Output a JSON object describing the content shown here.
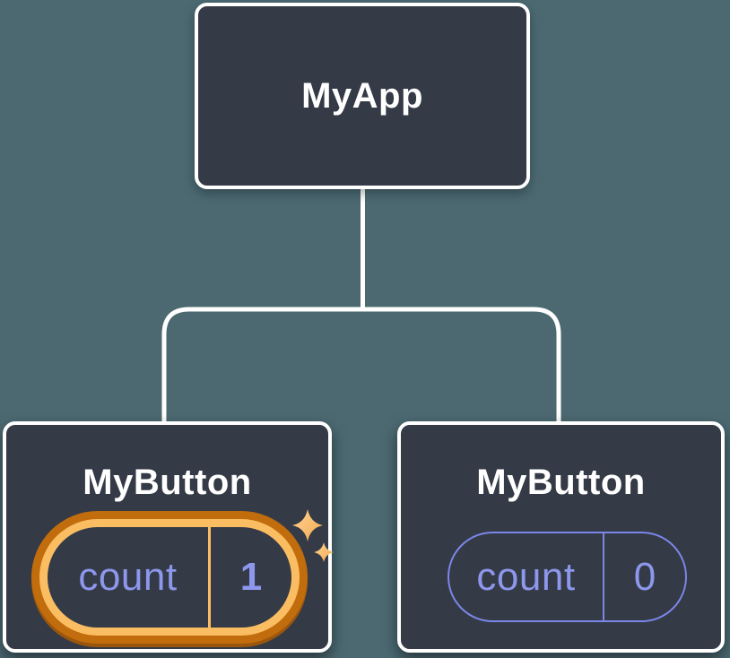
{
  "diagram": {
    "type": "component-tree",
    "colors": {
      "background": "#4C6971",
      "node_fill": "#343A46",
      "node_border": "#FFFFFF",
      "connector": "#FFFFFF",
      "highlight_ring_outer": "#C16C0D",
      "highlight_ring_inner": "#FABD62",
      "state_text": "#8D97EC",
      "pill_outline": "#7B86E8",
      "sparkle": "#FABD62"
    },
    "root": {
      "label": "MyApp"
    },
    "children": [
      {
        "label": "MyButton",
        "state_key": "count",
        "state_value": "1",
        "highlighted": true,
        "icon": "sparkles-icon"
      },
      {
        "label": "MyButton",
        "state_key": "count",
        "state_value": "0",
        "highlighted": false
      }
    ]
  }
}
